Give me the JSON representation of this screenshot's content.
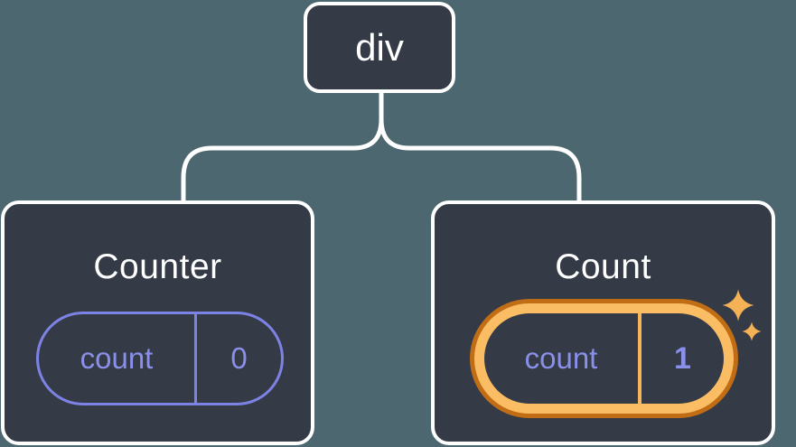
{
  "diagram": {
    "root_node": {
      "label": "div"
    },
    "children": [
      {
        "title": "Counter",
        "state": {
          "key": "count",
          "value": "0"
        },
        "highlighted": false
      },
      {
        "title": "Count",
        "state": {
          "key": "count",
          "value": "1"
        },
        "highlighted": true
      }
    ]
  },
  "icons": {
    "sparkles": "sparkles-icon"
  },
  "colors": {
    "background": "#4C6770",
    "node_fill": "#343A46",
    "node_border": "#FFFFFF",
    "connector_line": "#FFFFFF",
    "state_accent": "#7D83E4",
    "state_text": "#8A90EA",
    "highlight_ring_outer": "#C06D15",
    "highlight_ring_inner": "#FBBD63",
    "highlight_divider": "#F7B65C",
    "sparkle": "#F5B156"
  }
}
